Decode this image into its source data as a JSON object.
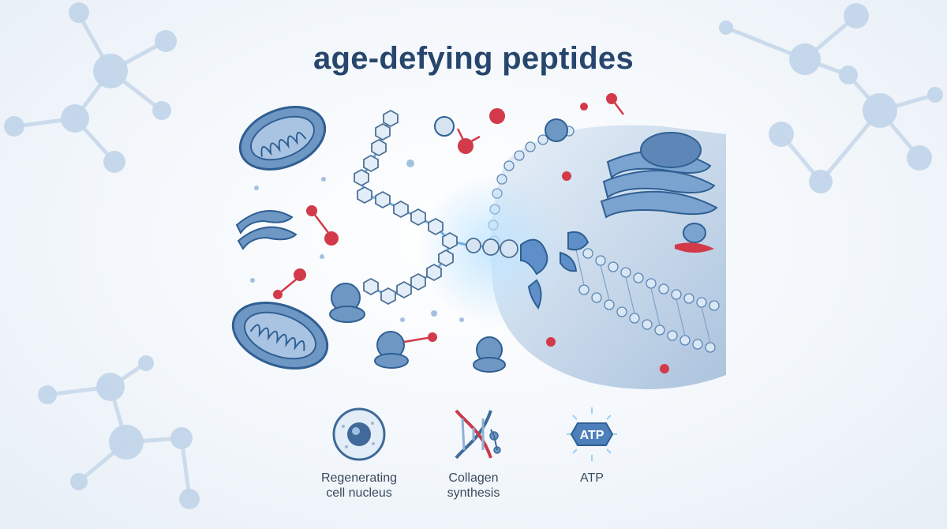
{
  "title": "age-defying peptides",
  "legend": [
    {
      "label": "Regenerating\ncell nucleus",
      "icon": "cell-nucleus-icon"
    },
    {
      "label": "Collagen\nsynthesis",
      "icon": "dna-helix-icon"
    },
    {
      "label": "ATP",
      "icon": "atp-badge-icon",
      "badge_text": "ATP"
    }
  ],
  "colors": {
    "title": "#27466d",
    "organelle_blue": "#6f97c4",
    "organelle_dark": "#2f5f93",
    "accent_red": "#d23a4a",
    "glow": "#9fd0f2",
    "background": "#f3f7fb"
  }
}
